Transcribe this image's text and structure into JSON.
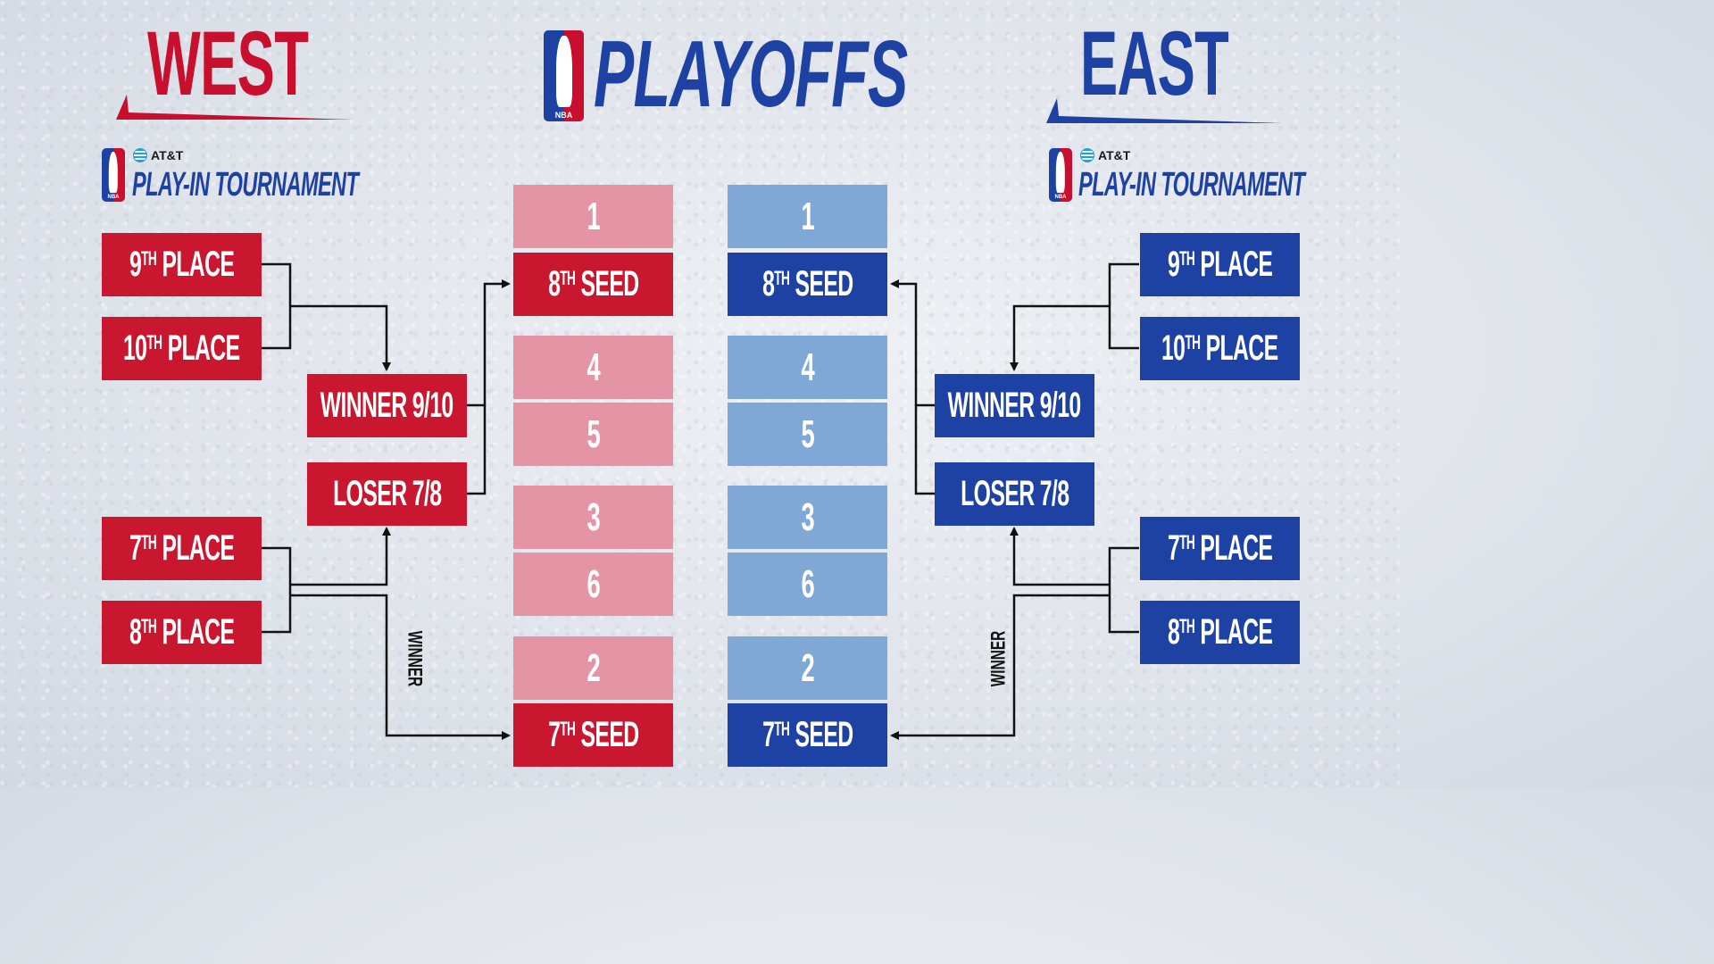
{
  "title": "PLAYOFFS",
  "west": {
    "label": "WEST",
    "sponsor": "AT&T",
    "tournament": "PLAY-IN TOURNAMENT",
    "places": {
      "p9": {
        "num": "9",
        "sup": "TH",
        "text": "PLACE"
      },
      "p10": {
        "num": "10",
        "sup": "TH",
        "text": "PLACE"
      },
      "p7": {
        "num": "7",
        "sup": "TH",
        "text": "PLACE"
      },
      "p8": {
        "num": "8",
        "sup": "TH",
        "text": "PLACE"
      }
    },
    "winner_9_10": "WINNER 9/10",
    "loser_7_8": "LOSER 7/8",
    "winner_label": "WINNER",
    "seeds": {
      "s1": "1",
      "s8": {
        "num": "8",
        "sup": "TH",
        "text": "SEED"
      },
      "s4": "4",
      "s5": "5",
      "s3": "3",
      "s6": "6",
      "s2": "2",
      "s7": {
        "num": "7",
        "sup": "TH",
        "text": "SEED"
      }
    }
  },
  "east": {
    "label": "EAST",
    "sponsor": "AT&T",
    "tournament": "PLAY-IN TOURNAMENT",
    "places": {
      "p9": {
        "num": "9",
        "sup": "TH",
        "text": "PLACE"
      },
      "p10": {
        "num": "10",
        "sup": "TH",
        "text": "PLACE"
      },
      "p7": {
        "num": "7",
        "sup": "TH",
        "text": "PLACE"
      },
      "p8": {
        "num": "8",
        "sup": "TH",
        "text": "PLACE"
      }
    },
    "winner_9_10": "WINNER 9/10",
    "loser_7_8": "LOSER 7/8",
    "winner_label": "WINNER",
    "seeds": {
      "s1": "1",
      "s8": {
        "num": "8",
        "sup": "TH",
        "text": "SEED"
      },
      "s4": "4",
      "s5": "5",
      "s3": "3",
      "s6": "6",
      "s2": "2",
      "s7": {
        "num": "7",
        "sup": "TH",
        "text": "SEED"
      }
    }
  },
  "logo_text": "NBA",
  "colors": {
    "west": "#c8172f",
    "west_light": "#e594a6",
    "east": "#1d42a3",
    "east_light": "#7fa8d6"
  }
}
